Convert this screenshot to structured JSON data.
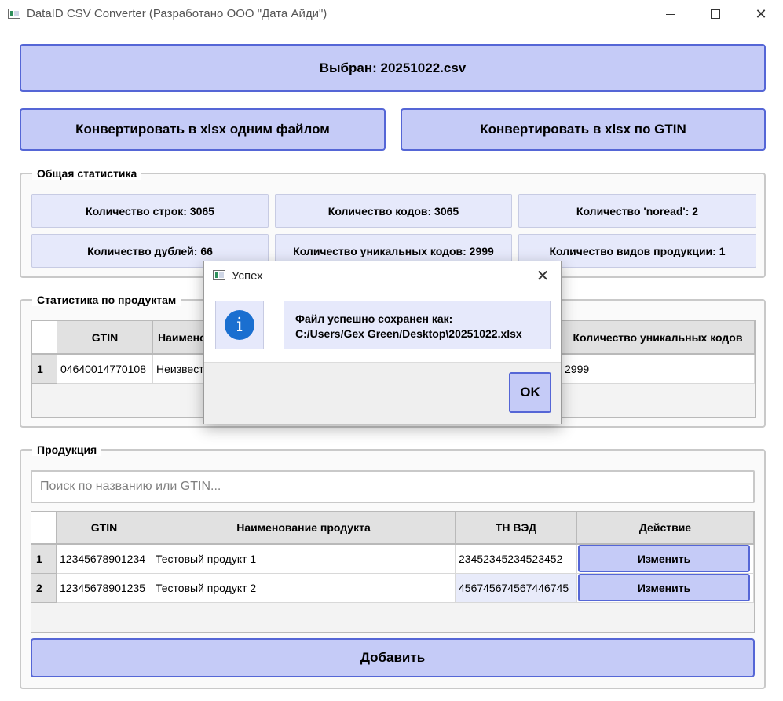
{
  "window": {
    "title": "DataID CSV Converter (Разработано ООО \"Дата Айди\")"
  },
  "selected_file_label": "Выбран: 20251022.csv",
  "convert_single_label": "Конвертировать в xlsx одним файлом",
  "convert_by_gtin_label": "Конвертировать в xlsx по GTIN",
  "general_stats": {
    "title": "Общая статистика",
    "rows": "Количество строк: 3065",
    "codes": "Количество кодов: 3065",
    "noread": "Количество 'noread': 2",
    "duplicates": "Количество дублей: 66",
    "unique_codes": "Количество уникальных кодов: 2999",
    "product_kinds": "Количество видов продукции: 1"
  },
  "product_stats": {
    "title": "Статистика по продуктам",
    "columns": [
      "GTIN",
      "Наименование",
      "Количество уникальных кодов"
    ],
    "rows": [
      {
        "index": "1",
        "gtin": "04640014770108",
        "name": "Неизвестно",
        "unique": "2999"
      }
    ]
  },
  "products": {
    "title": "Продукция",
    "search_placeholder": "Поиск по названию или GTIN...",
    "columns": [
      "GTIN",
      "Наименование продукта",
      "ТН ВЭД",
      "Действие"
    ],
    "rows": [
      {
        "index": "1",
        "gtin": "12345678901234",
        "name": "Тестовый продукт 1",
        "tnved": "23452345234523452",
        "action": "Изменить"
      },
      {
        "index": "2",
        "gtin": "12345678901235",
        "name": "Тестовый продукт 2",
        "tnved": "456745674567446745",
        "action": "Изменить"
      }
    ],
    "add_label": "Добавить"
  },
  "dialog": {
    "title": "Успех",
    "message_line1": "Файл успешно сохранен как:",
    "message_line2": "C:/Users/Gex Green/Desktop\\20251022.xlsx",
    "ok_label": "OK",
    "info_glyph": "i"
  },
  "colors": {
    "button_fill": "#c5cbf7",
    "button_border": "#5566d6",
    "tile_fill": "#e6e9fb",
    "info_icon": "#1a6fd0"
  }
}
